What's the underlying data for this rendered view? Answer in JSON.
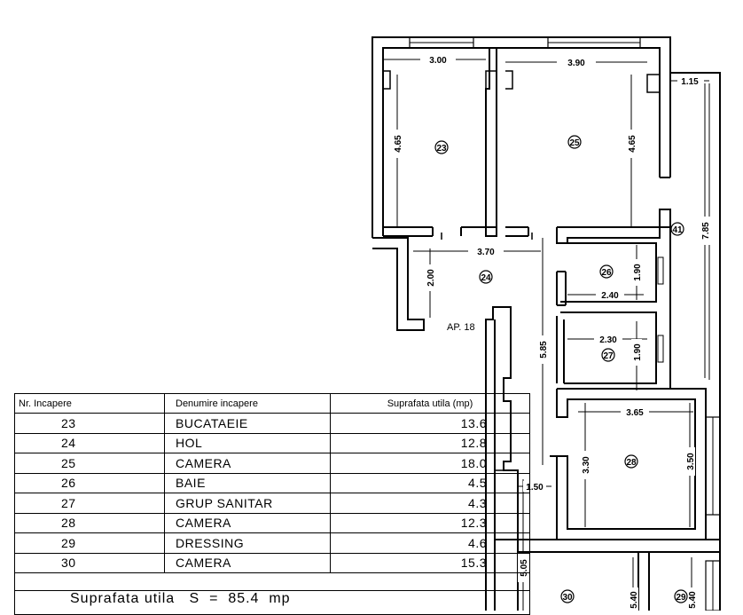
{
  "plan": {
    "apartment_label": "AP. 18",
    "dimensions": {
      "d_300": "3.00",
      "d_390": "3.90",
      "d_115": "1.15",
      "d_465_left": "4.65",
      "d_465_right": "4.65",
      "d_785": "7.85",
      "d_370": "3.70",
      "d_200": "2.00",
      "d_240": "2.40",
      "d_190_a": "1.90",
      "d_230": "2.30",
      "d_190_b": "1.90",
      "d_585": "5.85",
      "d_365": "3.65",
      "d_330": "3.30",
      "d_350": "3.50",
      "d_150": "1.50",
      "d_505": "5.05",
      "d_540_a": "5.40",
      "d_540_b": "5.40"
    },
    "room_markers": {
      "r23": "23",
      "r25": "25",
      "r24": "24",
      "r26": "26",
      "r27": "27",
      "r28": "28",
      "r30": "30",
      "r29": "29",
      "r41": "41"
    }
  },
  "table": {
    "headers": {
      "nr": "Nr. Incapere",
      "name": "Denumire incapere",
      "area": "Suprafata utila (mp)"
    },
    "rows": [
      {
        "nr": "23",
        "name": "BUCATAEIE",
        "area": "13.6"
      },
      {
        "nr": "24",
        "name": "HOL",
        "area": "12.8"
      },
      {
        "nr": "25",
        "name": "CAMERA",
        "area": "18.0"
      },
      {
        "nr": "26",
        "name": "BAIE",
        "area": "4.5"
      },
      {
        "nr": "27",
        "name": "GRUP SANITAR",
        "area": "4.3"
      },
      {
        "nr": "28",
        "name": "CAMERA",
        "area": "12.3"
      },
      {
        "nr": "29",
        "name": "DRESSING",
        "area": "4.6"
      },
      {
        "nr": "30",
        "name": "CAMERA",
        "area": "15.3"
      }
    ],
    "total": "Suprafata utila   S  =  85.4  mp"
  }
}
